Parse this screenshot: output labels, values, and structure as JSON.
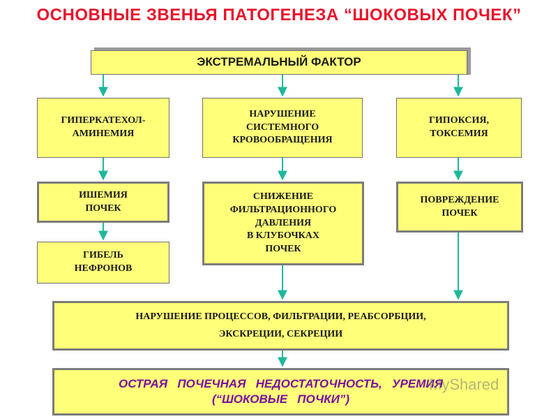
{
  "title": "ОСНОВНЫЕ ЗВЕНЬЯ ПАТОГЕНЕЗА “ШОКОВЫХ ПОЧЕК”",
  "boxes": {
    "factor": "ЭКСТРЕМАЛЬНЫЙ ФАКТОР",
    "left1": [
      "ГИПЕРКАТЕХОЛ-",
      "АМИНЕМИЯ"
    ],
    "mid1": [
      "НАРУШЕНИЕ",
      "СИСТЕМНОГО",
      "КРОВООБРАЩЕНИЯ"
    ],
    "right1": [
      "ГИПОКСИЯ,",
      "ТОКСЕМИЯ"
    ],
    "left2": [
      "ИШЕМИЯ",
      "ПОЧЕК"
    ],
    "mid2": [
      "СНИЖЕНИЕ",
      "ФИЛЬТРАЦИОННОГО",
      "ДАВЛЕНИЯ",
      "В КЛУБОЧКАХ",
      "ПОЧЕК"
    ],
    "right2": [
      "ПОВРЕЖДЕНИЕ",
      "ПОЧЕК"
    ],
    "left3": [
      "ГИБЕЛЬ",
      "НЕФРОНОВ"
    ],
    "processes": [
      "НАРУШЕНИЕ ПРОЦЕССОВ, ФИЛЬТРАЦИИ, РЕАБСОРБЦИИ,",
      "ЭКСКРЕЦИИ, СЕКРЕЦИИ"
    ],
    "final": [
      "ОСТРАЯ   ПОЧЕЧНАЯ   НЕДОСТАТОЧНОСТЬ,   УРЕМИЯ",
      "(“ШОКОВЫЕ   ПОЧКИ”)"
    ]
  },
  "watermark": "MyShared",
  "colors": {
    "title": "#e8132b",
    "box_fill": "#ffff7a",
    "arrow": "#1fb89a",
    "final_text": "#7a0fa0"
  }
}
